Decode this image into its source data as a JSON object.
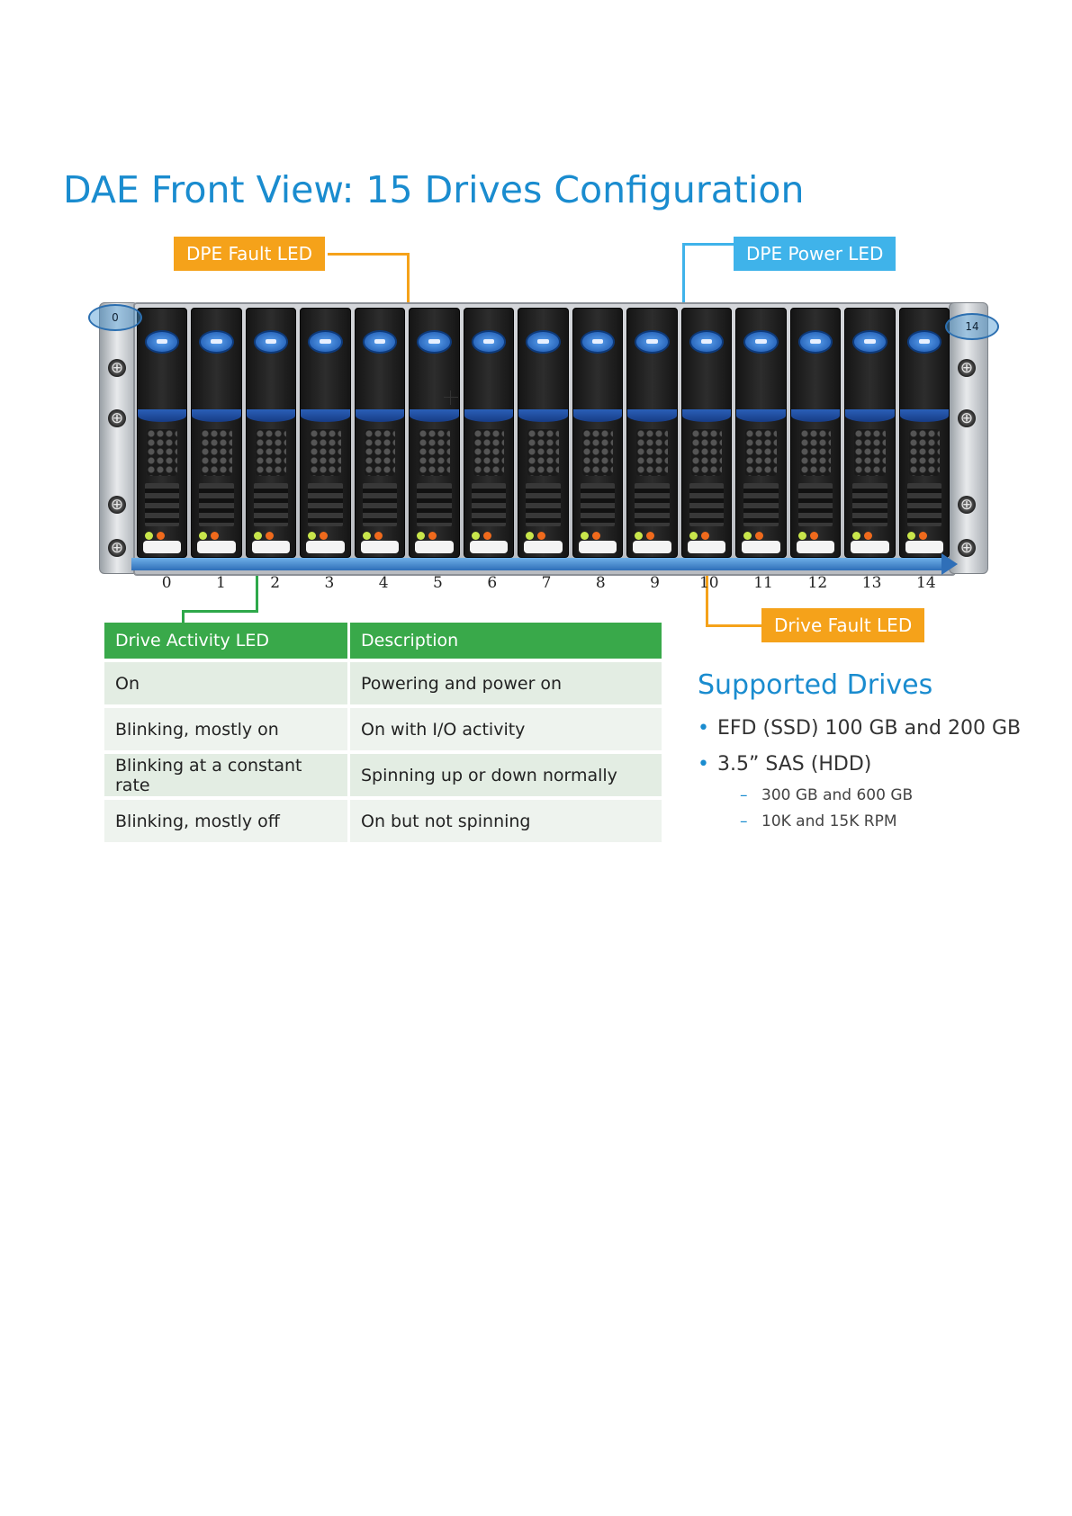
{
  "title": "DAE Front View: 15 Drives Configuration",
  "callouts": {
    "dpe_fault_led": "DPE Fault LED",
    "dpe_power_led": "DPE Power LED",
    "drive_fault_led": "Drive Fault LED"
  },
  "colors": {
    "title": "#1a8ccf",
    "callout_orange": "#f5a21a",
    "callout_blue": "#3fb3ea",
    "table_header": "#39a94a"
  },
  "slot_ovals": {
    "left": "0",
    "right": "14"
  },
  "slot_numbers": [
    "0",
    "1",
    "2",
    "3",
    "4",
    "5",
    "6",
    "7",
    "8",
    "9",
    "10",
    "11",
    "12",
    "13",
    "14"
  ],
  "led_table": {
    "headers": [
      "Drive Activity LED",
      "Description"
    ],
    "rows": [
      [
        "On",
        "Powering and power on"
      ],
      [
        "Blinking, mostly on",
        "On with I/O activity"
      ],
      [
        "Blinking at a constant rate",
        "Spinning up or down normally"
      ],
      [
        "Blinking, mostly off",
        "On but not spinning"
      ]
    ]
  },
  "supported_drives": {
    "title": "Supported Drives",
    "items": [
      "EFD (SSD) 100 GB and 200 GB",
      "3.5” SAS (HDD)"
    ],
    "sub_items": [
      "300 GB and 600 GB",
      "10K and 15K RPM"
    ]
  }
}
